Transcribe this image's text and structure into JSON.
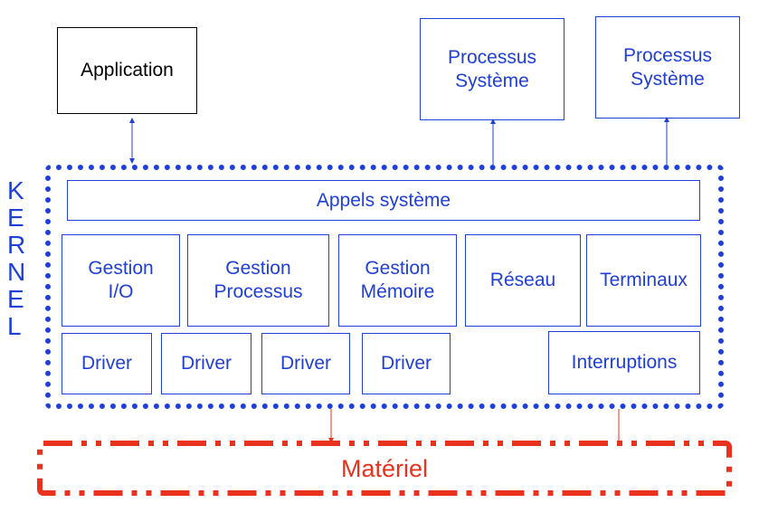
{
  "top": {
    "application": "Application",
    "processus_1": "Processus\nSystème",
    "processus_2": "Processus\nSystème"
  },
  "kernel": {
    "letters": [
      "K",
      "E",
      "R",
      "N",
      "E",
      "L"
    ],
    "appels": "Appels système",
    "modules": [
      "Gestion\nI/O",
      "Gestion\nProcessus",
      "Gestion\nMémoire",
      "Réseau",
      "Terminaux"
    ],
    "drivers": [
      "Driver",
      "Driver",
      "Driver",
      "Driver"
    ],
    "interruptions": "Interruptions"
  },
  "materiel": {
    "label": "Matériel"
  },
  "colors": {
    "kernel": "#1f3fd6",
    "materiel": "#e8321e",
    "application": "#000000"
  }
}
